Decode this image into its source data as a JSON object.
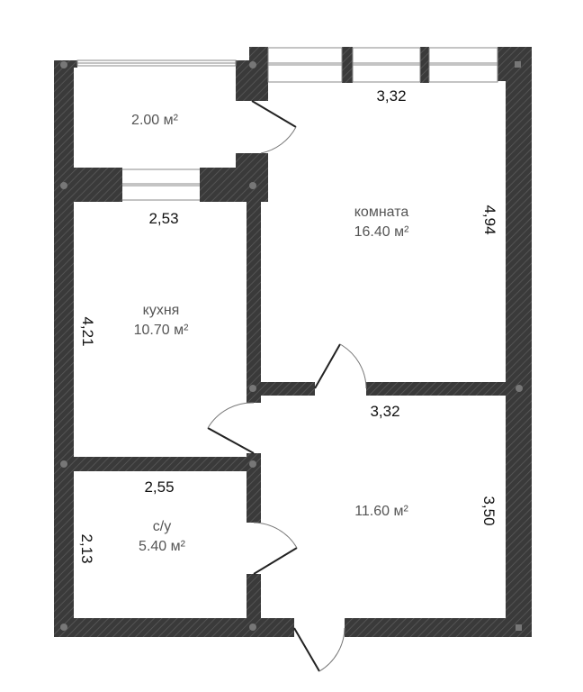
{
  "plan": {
    "colors": {
      "wall": "#3a3a3a",
      "hatch": "#5a5a5a",
      "column": "#777777",
      "window_frame": "#888888",
      "door_leaf": "#222222",
      "arc": "#777777",
      "room_label": "#555555",
      "dimension": "#111111",
      "background": "#ffffff"
    },
    "rooms": [
      {
        "id": "balcony",
        "name": "",
        "area": "2.00 м²"
      },
      {
        "id": "room",
        "name": "комната",
        "area": "16.40 м²"
      },
      {
        "id": "kitchen",
        "name": "кухня",
        "area": "10.70 м²"
      },
      {
        "id": "hallway",
        "name": "",
        "area": "11.60 м²"
      },
      {
        "id": "bathroom",
        "name": "с/у",
        "area": "5.40 м²"
      }
    ],
    "dimensions": {
      "room_width": "3,32",
      "room_height": "4,94",
      "kitchen_width": "2,53",
      "kitchen_height": "4,21",
      "hallway_width": "3,32",
      "hallway_height": "3,50",
      "bathroom_width": "2,55",
      "bathroom_height": "2,13"
    }
  }
}
